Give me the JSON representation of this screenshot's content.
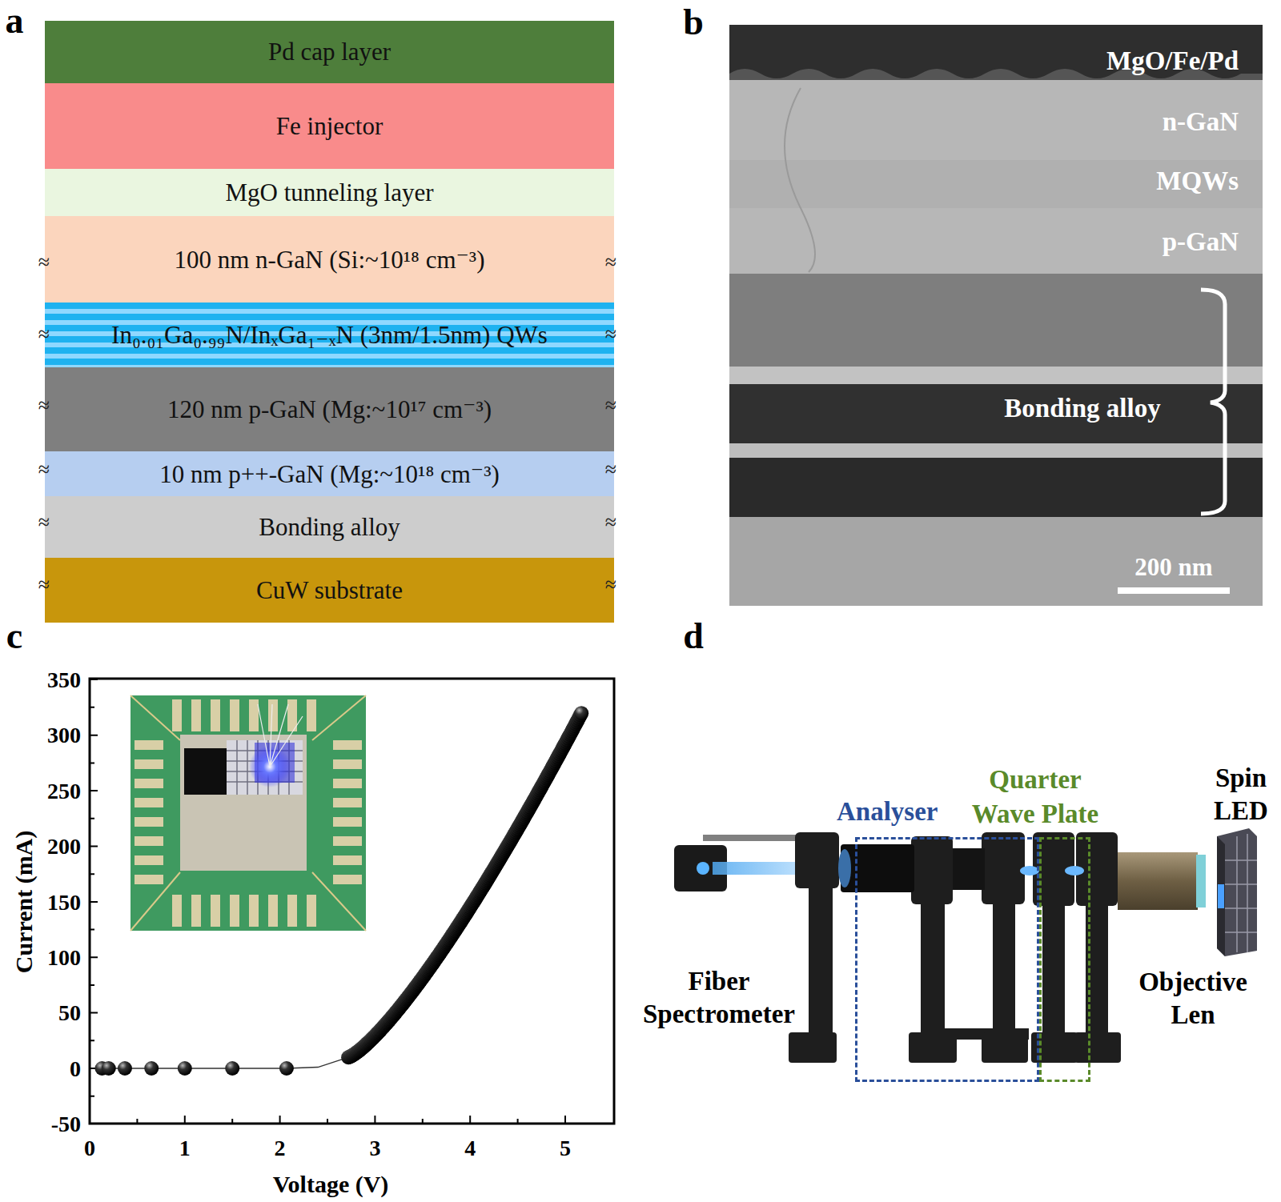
{
  "diagram": {
    "nodes": [
      {
        "text": [
          "Pd cap layer"
        ]
      },
      {
        "text": [
          "Fe injector"
        ]
      },
      {
        "text": [
          "MgO tunneling layer"
        ]
      },
      {
        "text": [
          "100 nm n-GaN (Si:~10¹⁸ cm⁻³)"
        ]
      },
      {
        "text": [
          "In₀.₀₁Ga₀.₉₉N/InₓGa₁₋ₓN (3nm/1.5nm) QWs"
        ]
      },
      {
        "text": [
          "120 nm p-GaN (Mg:~10¹⁷ cm⁻³)"
        ]
      },
      {
        "text": [
          "10 nm p++-GaN (Mg:~10¹⁸ cm⁻³)"
        ]
      },
      {
        "text": [
          "Bonding alloy"
        ]
      },
      {
        "text": [
          "CuW substrate"
        ]
      },
      {
        "text": [
          "Analyser"
        ]
      },
      {
        "text": [
          "Quarter Wave Plate"
        ]
      }
    ],
    "labels": [
      "a",
      "b",
      "c",
      "d",
      "≈",
      "≈",
      "≈",
      "≈",
      "≈",
      "≈",
      "≈",
      "≈",
      "≈",
      "≈",
      "≈",
      "≈",
      "MgO/Fe/Pd",
      "n-GaN",
      "MQWs",
      "p-GaN",
      "Bonding alloy",
      "200 nm",
      "350",
      "300",
      "250",
      "200",
      "150",
      "100",
      "50",
      "0",
      "-50",
      "0",
      "1",
      "2",
      "3",
      "4",
      "5",
      "Current (mA)",
      "Voltage (V)",
      "Fiber Spectrometer",
      "Objective Len",
      "Spin LED"
    ]
  }
}
